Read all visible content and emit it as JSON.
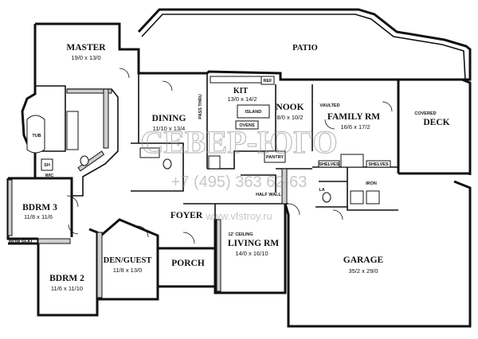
{
  "rooms": {
    "master": {
      "name": "MASTER",
      "dim": "19/0 x 13/0"
    },
    "dining": {
      "name": "DINING",
      "dim": "11/10 x 13/4"
    },
    "kit": {
      "name": "KIT",
      "dim": "13/0 x 14/2"
    },
    "nook": {
      "name": "NOOK",
      "dim": "8/0 x 10/2"
    },
    "family": {
      "name": "FAMILY RM",
      "dim": "16/6 x 17/2",
      "note": "VAULTED"
    },
    "deck": {
      "name": "DECK",
      "note": "COVERED"
    },
    "patio": {
      "name": "PATIO"
    },
    "bdrm3": {
      "name": "BDRM 3",
      "dim": "11/8 x 11/6"
    },
    "bdrm2": {
      "name": "BDRM 2",
      "dim": "11/6 x 11/10"
    },
    "den": {
      "name": "DEN/GUEST",
      "dim": "11/8 x 13/0"
    },
    "foyer": {
      "name": "FOYER"
    },
    "porch": {
      "name": "PORCH"
    },
    "living": {
      "name": "LIVING RM",
      "dim": "14/0 x 16/10",
      "note": "12' CEILING"
    },
    "garage": {
      "name": "GARAGE",
      "dim": "35/2 x 29/0"
    }
  },
  "labels": {
    "tub": "TUB",
    "sh": "SH",
    "wic": "WIC",
    "window_seat": "WDW SEAT",
    "pantry": "PANTRY",
    "island": "ISLAND",
    "ovens": "OVENS",
    "ref": "REF",
    "pass_thru": "PASS THRU",
    "shelves_left": "SHELVES",
    "shelves_right": "SHELVES",
    "ironing": "IRON",
    "half_wall": "HALF WALL",
    "la": "LA"
  },
  "watermark": {
    "logo": "СЕВЕР-ЮГО",
    "phone": "+7 (495) 363 62-63",
    "site": "www.vfstroy.ru"
  }
}
